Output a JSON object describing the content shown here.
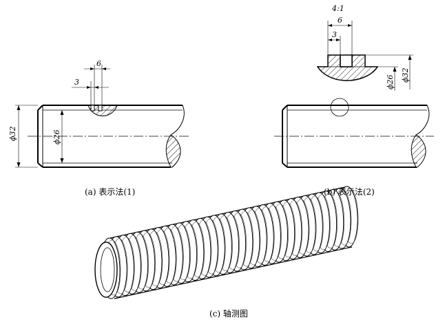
{
  "scale": "4:1",
  "views": [
    {
      "id": "a",
      "caption": "(a) 表示法(1)",
      "dims": {
        "pitch": "6",
        "width": "3",
        "outer_dia": "ϕ32",
        "inner_dia": "ϕ26"
      }
    },
    {
      "id": "b",
      "caption": "(b) 表示法(2)",
      "dims": {
        "pitch": "6",
        "width": "3",
        "outer_dia": "ϕ32",
        "inner_dia": "ϕ26"
      }
    },
    {
      "id": "c",
      "caption": "(c) 轴测图"
    }
  ]
}
